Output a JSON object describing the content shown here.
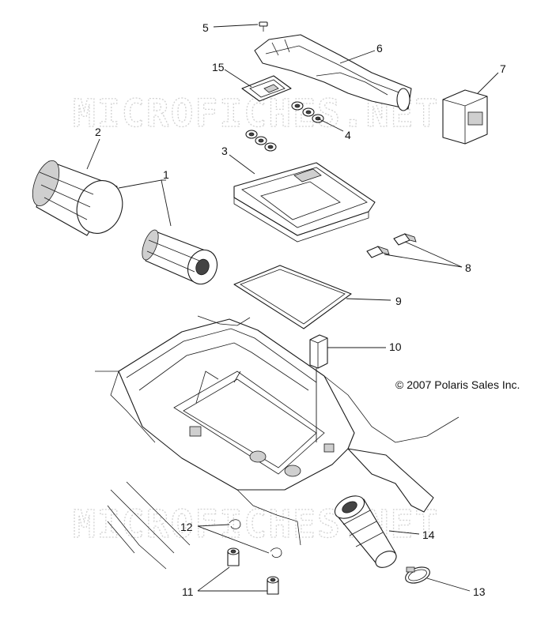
{
  "watermark": {
    "top": "MICROFICHES.NET",
    "bottom": "MICROFICHES.NET"
  },
  "copyright": "© 2007 Polaris Sales Inc.",
  "callouts": {
    "c1": "1",
    "c2": "2",
    "c3": "3",
    "c4": "4",
    "c5": "5",
    "c6": "6",
    "c7": "7",
    "c8": "8",
    "c9": "9",
    "c10": "10",
    "c11": "11",
    "c12": "12",
    "c13": "13",
    "c14": "14",
    "c15": "15"
  },
  "colors": {
    "line": "#1a1a1a",
    "watermark": "#d2d2d2",
    "background": "#ffffff"
  }
}
